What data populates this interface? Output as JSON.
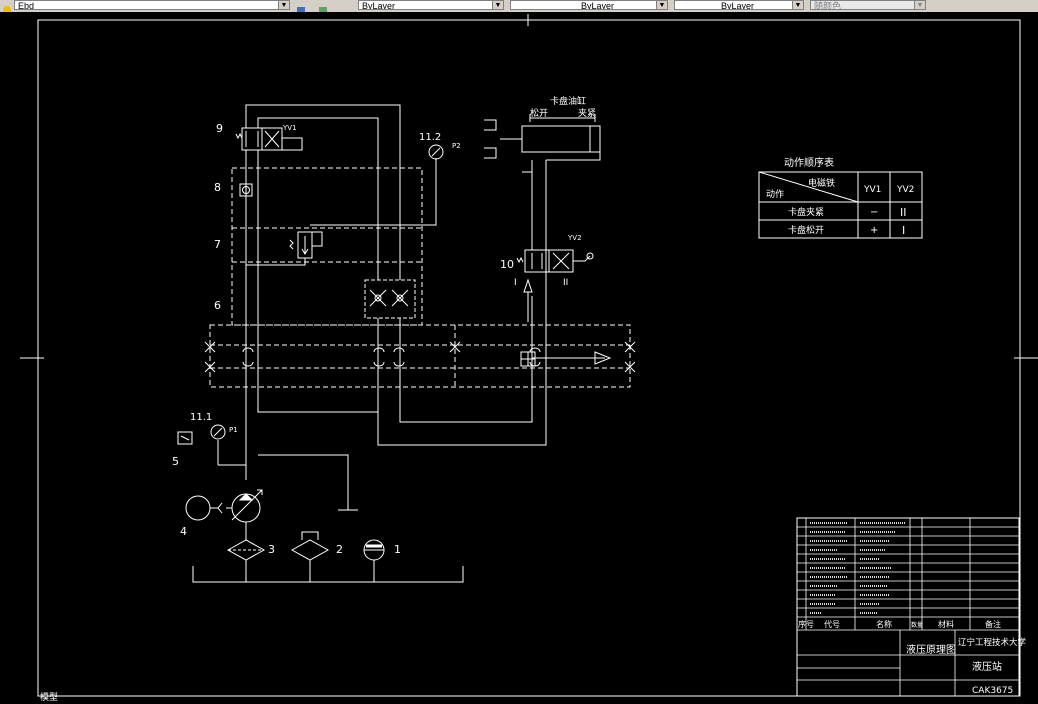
{
  "toolbar": {
    "layer_value": "Ebd",
    "color_value": "ByLayer",
    "linetype_value": "ByLayer",
    "lineweight_value": "ByLayer",
    "plotstyle_value": "随颜色"
  },
  "drawing": {
    "labels": {
      "n9": "9",
      "n8": "8",
      "n7": "7",
      "n6": "6",
      "n5": "5",
      "n4": "4",
      "n3": "3",
      "n2": "2",
      "n1": "1",
      "n10": "10",
      "yv1": "YV1",
      "yv2": "YV2",
      "p2": "P2",
      "p1": "P1",
      "g112": "11.2",
      "g111": "11.1",
      "cylinder_title": "卡盘油缸",
      "release": "松开",
      "clamp": "夹紧",
      "pos_i": "I",
      "pos_ii": "II"
    },
    "action_table": {
      "title": "动作顺序表",
      "corner_top": "电磁铁",
      "corner_bottom": "动作",
      "col1": "YV1",
      "col2": "YV2",
      "rows": [
        {
          "action": "卡盘夹紧",
          "yv1": "−",
          "yv2": "II"
        },
        {
          "action": "卡盘松开",
          "yv1": "+",
          "yv2": "I"
        }
      ]
    },
    "title_block": {
      "drawing_name": "液压原理图",
      "school": "辽宁工程技术大学",
      "part": "液压站",
      "code": "CAK3675",
      "header_seq": "序号",
      "header_code": "代号",
      "header_name": "名称",
      "header_qty": "数量",
      "header_material": "材料",
      "header_note": "备注"
    }
  },
  "status": {
    "model_tab": "模型"
  }
}
